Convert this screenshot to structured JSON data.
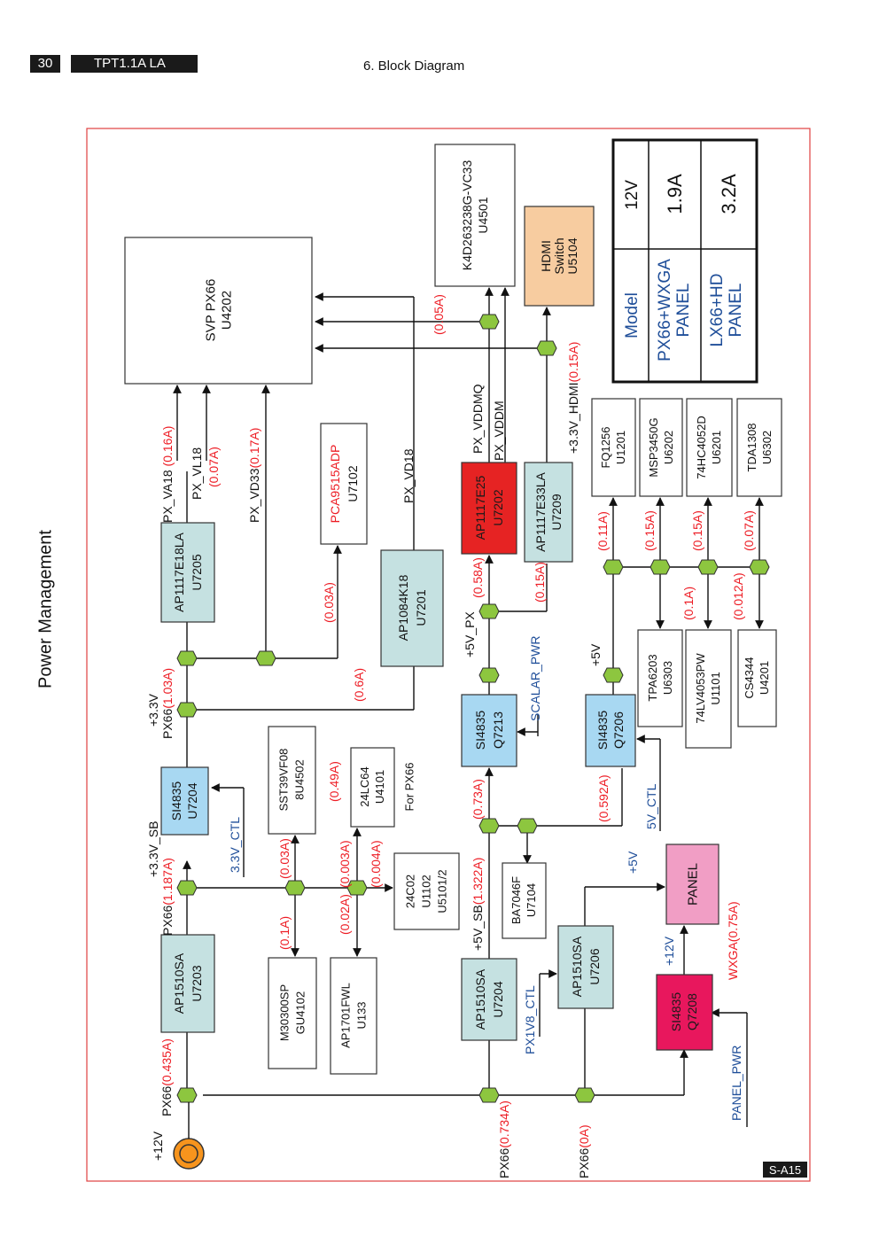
{
  "header": {
    "page_number": "30",
    "model": "TPT1.1A LA",
    "section_title": "6. Block Diagram"
  },
  "side_title": "Power Management",
  "sheet_code": "S-A15",
  "colors": {
    "frame": "#e0403f",
    "box_teal": "#c5e1e1",
    "box_blue": "#a8d8f2",
    "box_red": "#e62323",
    "box_orange": "#f7cca0",
    "box_pink": "#f19ec5",
    "node": "#8dc63f",
    "source": "#f7941d",
    "current_red": "#ed1c24",
    "signal_blue": "#1f4e99"
  },
  "blocks": {
    "svp": [
      "SVP PX66",
      "U4202"
    ],
    "k4d": [
      "K4D263238G-VC33",
      "U4501"
    ],
    "hdmi": [
      "HDMI",
      "Switch",
      "U5104"
    ],
    "pca": [
      "PCA9515ADP",
      "U7102"
    ],
    "u7205": [
      "AP1117E18LA",
      "U7205"
    ],
    "u7201": [
      "AP1084K18",
      "U7201"
    ],
    "u7202": [
      "AP1117E25",
      "U7202"
    ],
    "u7209": [
      "AP1117E33LA",
      "U7209"
    ],
    "fq1256": [
      "FQ1256",
      "U1201"
    ],
    "msp": [
      "MSP3450G",
      "U6202"
    ],
    "hc4052": [
      "74HC4052D",
      "U6201"
    ],
    "tda": [
      "TDA1308",
      "U6302"
    ],
    "tpa": [
      "TPA6203",
      "U6303"
    ],
    "lv4053": [
      "74LV4053PW",
      "U1101"
    ],
    "cs4344": [
      "CS4344",
      "U4201"
    ],
    "u7204a": [
      "SI4835",
      "U7204"
    ],
    "sst": [
      "SST39VF08",
      "8U4502"
    ],
    "lc64": [
      "24LC64",
      "U4101"
    ],
    "for_px66": "For PX66",
    "c02": [
      "24C02",
      "U1102",
      "U5101/2"
    ],
    "ba": [
      "BA7046F",
      "U7104"
    ],
    "q7213": [
      "SI4835",
      "Q7213"
    ],
    "q7206": [
      "SI4835",
      "Q7206"
    ],
    "m303": [
      "M30300SP",
      "GU4102"
    ],
    "ap1701": [
      "AP1701FWL",
      "U133"
    ],
    "u7203": [
      "AP1510SA",
      "U7203"
    ],
    "u7204b": [
      "AP1510SA",
      "U7204"
    ],
    "u7206": [
      "AP1510SA",
      "U7206"
    ],
    "panel": "PANEL",
    "q7208": [
      "SI4835",
      "Q7208"
    ]
  },
  "rails": {
    "v12": "+12V",
    "px66_0435": [
      "PX66",
      "(0.435A)"
    ],
    "v33sb": "+3.3V_SB",
    "px66_1187": [
      "PX66",
      "(1.187A)"
    ],
    "v33": "+3.3V",
    "px66_103": [
      "PX66",
      "(1.03A)"
    ],
    "px_va18": [
      "PX_VA18 ",
      "(0.16A)"
    ],
    "px_vl18": "PX_VL18",
    "cur_007": "(0.07A)",
    "px_vd33": [
      "PX_VD33",
      "(0.17A)"
    ],
    "px_vd18": "PX_VD18",
    "px_vddmq": "PX_VDDMQ",
    "px_vddm": "PX_VDDM",
    "hdmi_rail": [
      "+3.3V_HDMI",
      "(0.15A)"
    ],
    "cur_005": "(0.05A)",
    "cur_003": "(0.03A)",
    "cur_06": "(0.6A)",
    "cur_049": "(0.49A)",
    "cur_003b": "(0.03A)",
    "cur_0003": "(0.003A)",
    "cur_0004": "(0.004A)",
    "cur_01": "(0.1A)",
    "cur_002": "(0.02A)",
    "v5sb": [
      "+5V_SB",
      "(1.322",
      "A)"
    ],
    "px66_0734": [
      "PX66",
      "(0.734A)"
    ],
    "cur_073": [
      "(0.73A",
      ")"
    ],
    "v5px": "+5V_PX",
    "cur_058": [
      "(0.58A",
      ")"
    ],
    "cur_015": "(0.15A)",
    "v5": "+5V",
    "cur_0592": "(0.592A)",
    "cur_011": "(0.11A)",
    "cur_015b": "(0.15A)",
    "cur_015c": "(0.15A)",
    "cur_007b": "(0.07A)",
    "cur_01b": "(0.1A)",
    "cur_0012": "(0.012A)",
    "px66_0": [
      "PX66",
      "(0A)"
    ],
    "v5b": "+5V",
    "v12b": "+12V",
    "wxga": "WXGA(0.75A)"
  },
  "signals": {
    "ctl33": "3.3V_CTL",
    "scalar": "SCALAR_PWR",
    "ctl5": "5V_CTL",
    "px1v8": "PX1V8_CTL",
    "panel_pwr": "PANEL_PWR"
  },
  "table": {
    "header": [
      "Model",
      "12V"
    ],
    "rows": [
      [
        "PX66+WXGA",
        "PANEL",
        "1.9A"
      ],
      [
        "LX66+HD",
        "PANEL",
        "3.2A"
      ]
    ]
  }
}
